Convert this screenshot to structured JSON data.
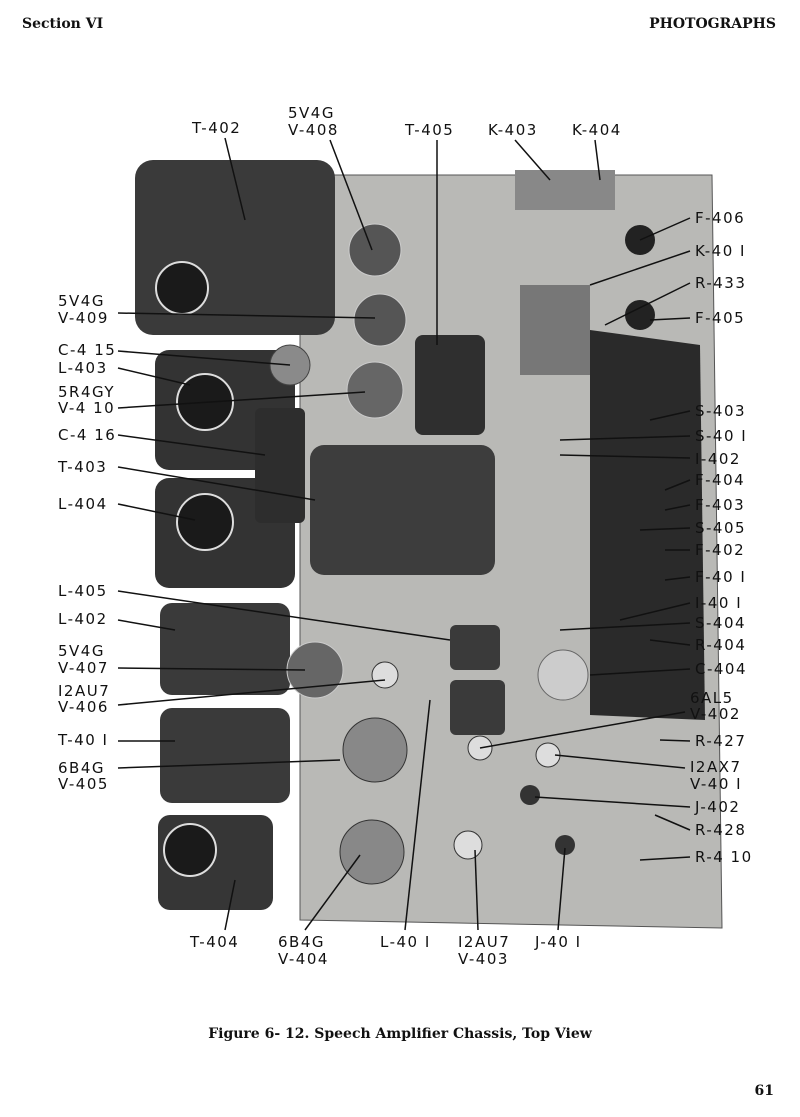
{
  "header": {
    "section": "Section VI",
    "title": "PHOTOGRAPHS"
  },
  "figure": {
    "caption": "Figure 6- 12.  Speech Amplifier Chassis, Top View",
    "labels": [
      "T-402",
      "5V4G",
      "V-408",
      "T-405",
      "K-403",
      "K-404",
      "5V4G",
      "V-409",
      "C-4 15",
      "L-403",
      "5R4GY",
      "V-4 10",
      "C-4 16",
      "T-403",
      "L-404",
      "L-405",
      "L-402",
      "5V4G",
      "V-407",
      "I2AU7",
      "V-406",
      "T-40 I",
      "6B4G",
      "V-405",
      "F-406",
      "K-40 I",
      "R-433",
      "F-405",
      "S-403",
      "S-40 I",
      "I-402",
      "F-404",
      "F-403",
      "S-405",
      "F-402",
      "F-40 I",
      "I-40 I",
      "S-404",
      "R-404",
      "C-404",
      "6AL5",
      "V-402",
      "R-427",
      "I2AX7",
      "V-40 I",
      "J-402",
      "R-428",
      "R-4 10",
      "T-404",
      "6B4G",
      "V-404",
      "L-40 I",
      "I2AU7",
      "V-403",
      "J-40 I"
    ]
  },
  "page_number": "61"
}
